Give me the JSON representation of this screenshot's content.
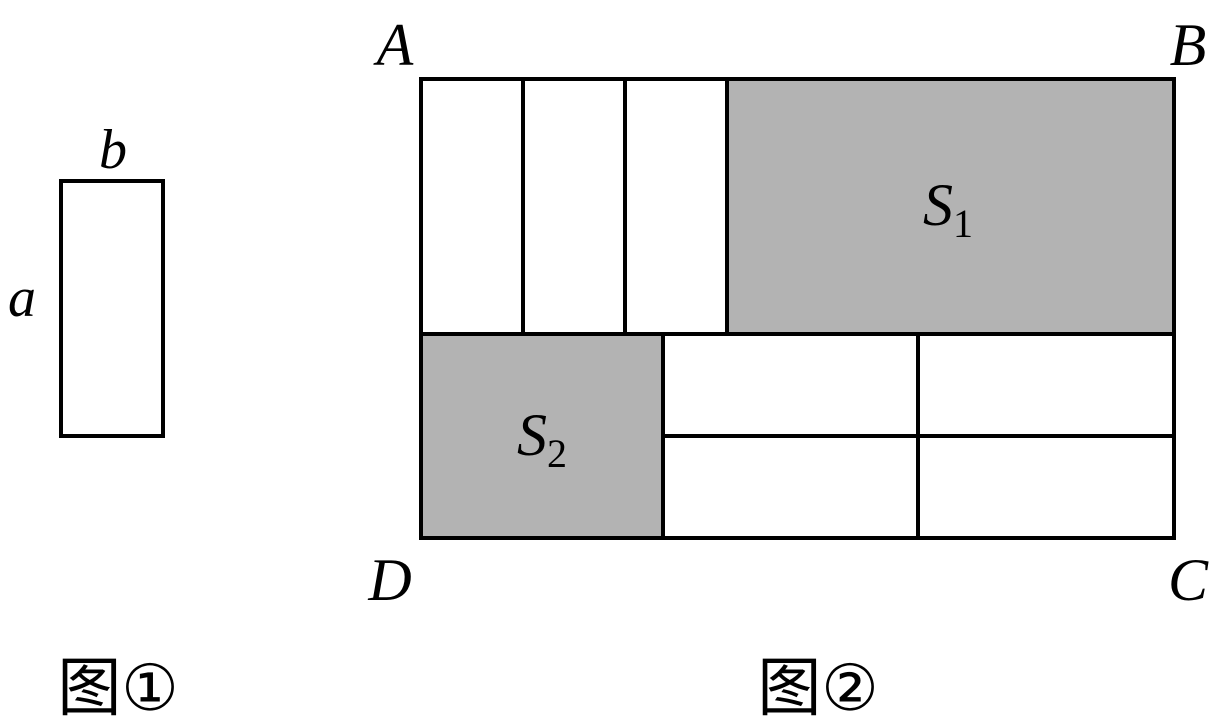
{
  "figure1": {
    "side_top": "b",
    "side_left": "a",
    "caption": "图①"
  },
  "figure2": {
    "vertex_a": "A",
    "vertex_b": "B",
    "vertex_c": "C",
    "vertex_d": "D",
    "region1": {
      "main": "S",
      "sub": "1"
    },
    "region2": {
      "main": "S",
      "sub": "2"
    },
    "caption": "图②"
  },
  "colors": {
    "shaded_fill": "#b3b3b3",
    "stroke": "#000000",
    "background": "#ffffff"
  }
}
